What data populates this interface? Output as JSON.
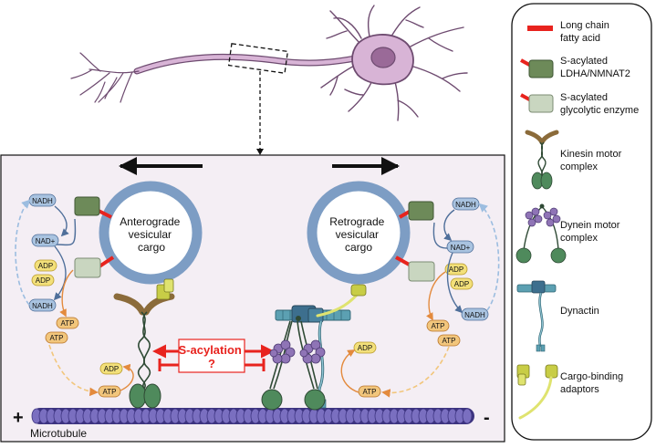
{
  "colors": {
    "panel_bg": "#f4eef4",
    "neuron_fill": "#d8b4d6",
    "neuron_stroke": "#6e4b70",
    "vesicle": "#7d9dc4",
    "fatty_acid": "#e8231e",
    "ldha": "#6d8a59",
    "glycolytic": "#c9d6c0",
    "kinesin_head": "#4f8a5c",
    "kinesin_tail": "#8b6b3a",
    "dynein": "#8f74b6",
    "dynactin": "#5ca0b2",
    "adaptor": "#c8cd46",
    "nadh_fill": "#a9c3e0",
    "atp_fill": "#f2c67c",
    "adp_fill": "#f3e07a",
    "microtubule": "#6b5fa8",
    "arrow_orange": "#e38a3d",
    "arrow_blue": "#4f6f9a",
    "arrow_lightblue": "#9cbde0"
  },
  "diagram": {
    "anterograde_label": [
      "Anterograde",
      "vesicular",
      "cargo"
    ],
    "retrograde_label": [
      "Retrograde",
      "vesicular",
      "cargo"
    ],
    "s_acylation_label": [
      "S-acylation",
      "?"
    ],
    "microtubule_label": "Microtubule",
    "plus_end": "+",
    "minus_end": "-",
    "nadh": "NADH",
    "nad_plus": "NAD+",
    "adp": "ADP",
    "atp": "ATP"
  },
  "legend": {
    "items": [
      {
        "icon": "fatty-acid-icon",
        "lines": [
          "Long chain",
          "fatty acid"
        ]
      },
      {
        "icon": "ldha-nmnat2-icon",
        "lines": [
          "S-acylated",
          "LDHA/NMNAT2"
        ]
      },
      {
        "icon": "glycolytic-enzyme-icon",
        "lines": [
          "S-acylated",
          "glycolytic enzyme"
        ]
      },
      {
        "icon": "kinesin-icon",
        "lines": [
          "Kinesin motor",
          "complex"
        ]
      },
      {
        "icon": "dynein-icon",
        "lines": [
          "Dynein motor",
          "complex"
        ]
      },
      {
        "icon": "dynactin-icon",
        "lines": [
          "Dynactin"
        ]
      },
      {
        "icon": "adaptor-icon",
        "lines": [
          "Cargo-binding",
          "adaptors"
        ]
      }
    ]
  }
}
